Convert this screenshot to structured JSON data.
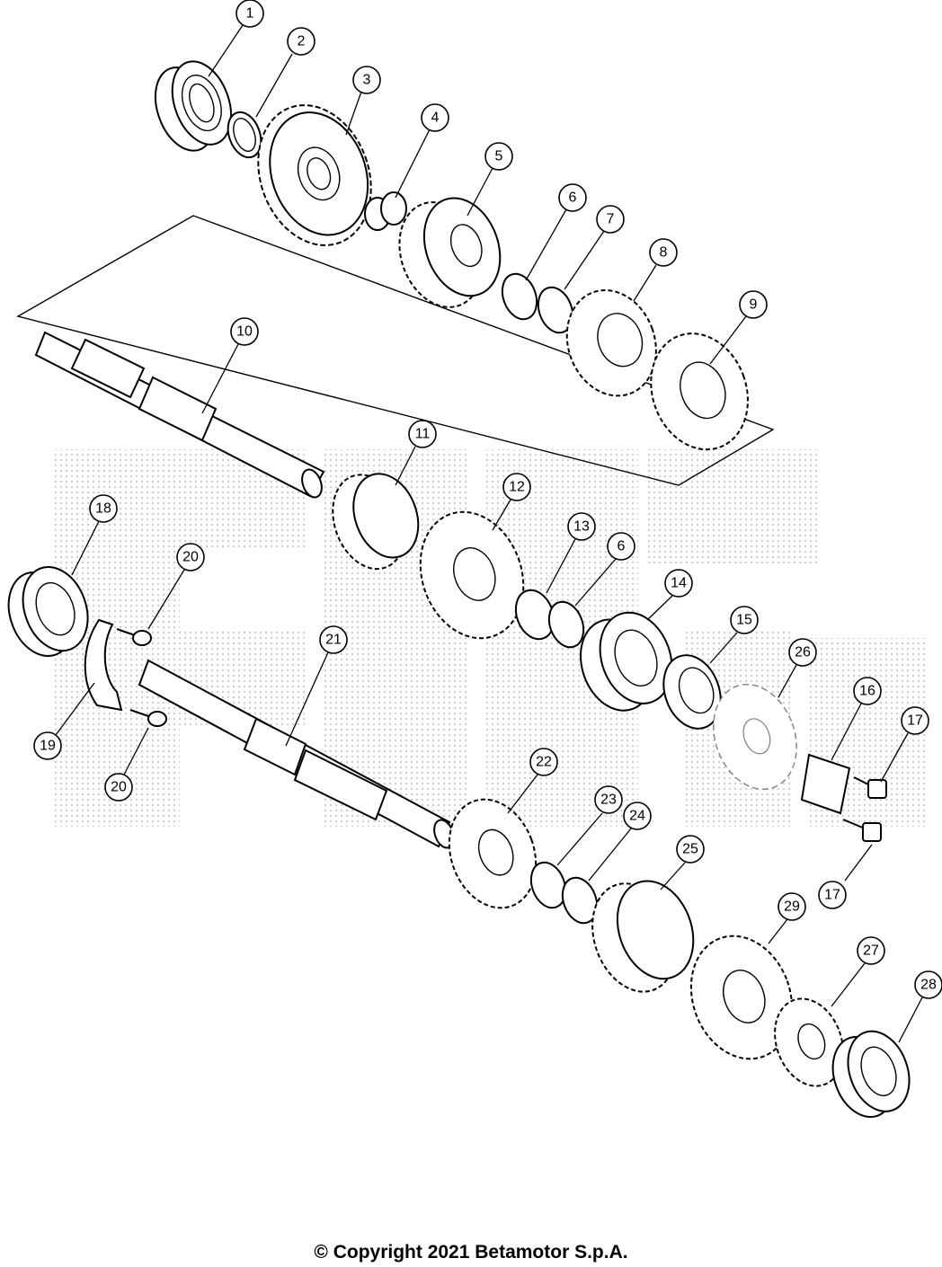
{
  "diagram": {
    "type": "exploded-parts-view",
    "watermark_color": "#9a9a9a",
    "callouts": [
      {
        "id": "c1",
        "label": "1"
      },
      {
        "id": "c2",
        "label": "2"
      },
      {
        "id": "c3",
        "label": "3"
      },
      {
        "id": "c4",
        "label": "4"
      },
      {
        "id": "c5",
        "label": "5"
      },
      {
        "id": "c6a",
        "label": "6"
      },
      {
        "id": "c7",
        "label": "7"
      },
      {
        "id": "c8",
        "label": "8"
      },
      {
        "id": "c9",
        "label": "9"
      },
      {
        "id": "c10",
        "label": "10"
      },
      {
        "id": "c11",
        "label": "11"
      },
      {
        "id": "c12",
        "label": "12"
      },
      {
        "id": "c13",
        "label": "13"
      },
      {
        "id": "c6b",
        "label": "6"
      },
      {
        "id": "c14",
        "label": "14"
      },
      {
        "id": "c15",
        "label": "15"
      },
      {
        "id": "c26",
        "label": "26"
      },
      {
        "id": "c18",
        "label": "18"
      },
      {
        "id": "c20a",
        "label": "20"
      },
      {
        "id": "c21",
        "label": "21"
      },
      {
        "id": "c16",
        "label": "16"
      },
      {
        "id": "c17a",
        "label": "17"
      },
      {
        "id": "c19",
        "label": "19"
      },
      {
        "id": "c20b",
        "label": "20"
      },
      {
        "id": "c22",
        "label": "22"
      },
      {
        "id": "c23",
        "label": "23"
      },
      {
        "id": "c24",
        "label": "24"
      },
      {
        "id": "c25",
        "label": "25"
      },
      {
        "id": "c17b",
        "label": "17"
      },
      {
        "id": "c29",
        "label": "29"
      },
      {
        "id": "c27",
        "label": "27"
      },
      {
        "id": "c28",
        "label": "28"
      }
    ]
  },
  "footer": {
    "copyright": "© Copyright 2021 Betamotor S.p.A."
  }
}
